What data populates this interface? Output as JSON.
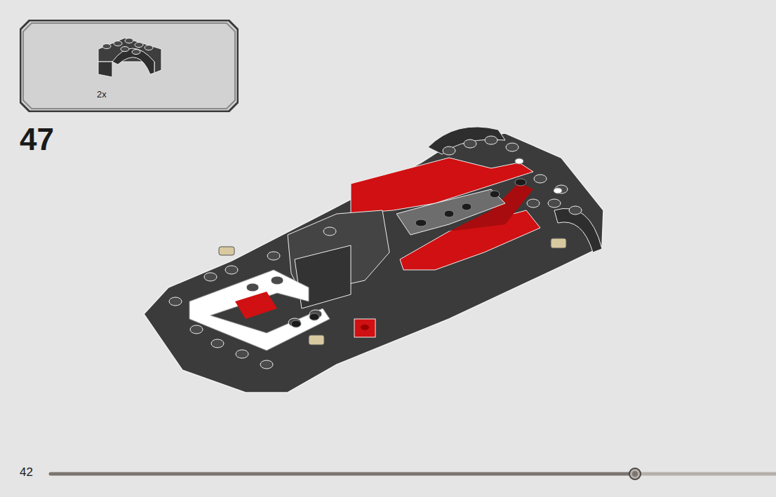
{
  "diagram": {
    "nodes": [
      {
        "text": [
          "2x"
        ]
      }
    ],
    "labels": [
      "47",
      "42"
    ]
  }
}
